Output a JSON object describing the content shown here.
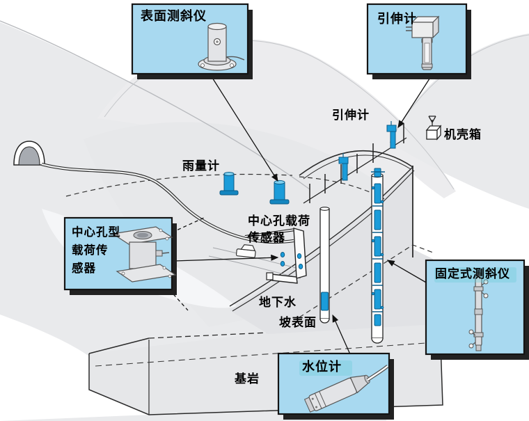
{
  "colors": {
    "callout_fill": "#a8d9f0",
    "callout_border": "#141414",
    "device_blue": "#1b9cd9",
    "device_blue_dark": "#0b5c88",
    "hill_gray": "#eaebed",
    "text": "#000000"
  },
  "callouts": {
    "surface_inclinometer": {
      "label": "表面测斜仪"
    },
    "extensometer": {
      "label": "引伸计"
    },
    "center_hole_load_cell": {
      "label": "中心孔型载荷传感器",
      "lines": [
        "中心孔型",
        "载荷传",
        "感器"
      ]
    },
    "fixed_inclinometer": {
      "label": "固定式测斜仪"
    },
    "water_level_meter": {
      "label": "水位计"
    }
  },
  "field_labels": {
    "extensometer": "引伸计",
    "case_box": "机壳箱",
    "rain_gauge": "雨量计",
    "center_hole_load_sensor_lines": [
      "中心孔载荷",
      "传感器"
    ],
    "groundwater": "地下水",
    "slope_surface": "坡表面",
    "bedrock": "基岩"
  }
}
